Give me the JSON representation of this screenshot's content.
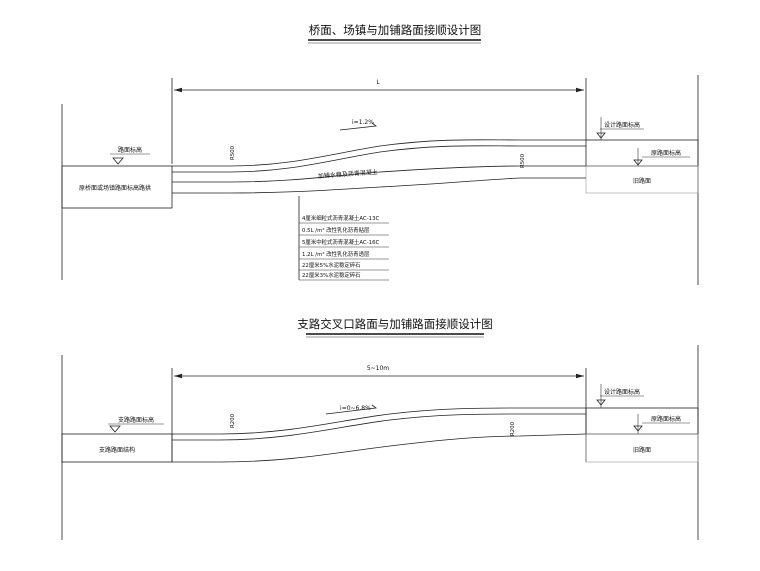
{
  "top": {
    "title": "桥面、场镇与加铺路面接顺设计图",
    "span": "L",
    "slope": "i=1.2%",
    "r_left": "R500",
    "r_right": "R500",
    "left_elev_label": "路面标高",
    "right_design_label": "设计路面标高",
    "right_orig_label": "原路面标高",
    "left_pavement": "原桥面或场镇路面标高路拱",
    "overlay": "加铺水稳及沥青混凝土",
    "right_pavement": "旧路面",
    "layers": [
      "4厘米细粒式沥青混凝土AC-13C",
      "0.5L /m² 改性乳化沥青粘层",
      "5厘米中粒式沥青混凝土AC-16C",
      "1.2L /m² 改性乳化沥青透层",
      "22厘米5%水泥稳定碎石",
      "22厘米3%水泥稳定碎石"
    ]
  },
  "bottom": {
    "title": "支路交叉口路面与加铺路面接顺设计图",
    "span": "5~10m",
    "slope": "i=0~6.8%",
    "r_left": "R200",
    "r_right": "R200",
    "left_elev_label": "支路路面标高",
    "right_design_label": "设计路面标高",
    "right_orig_label": "原路面标高",
    "left_pavement": "支路路面结构",
    "right_pavement": "旧路面"
  },
  "icons": [
    "elevation-marker-icon",
    "dimension-arrow-icon",
    "slope-arrow-icon"
  ]
}
